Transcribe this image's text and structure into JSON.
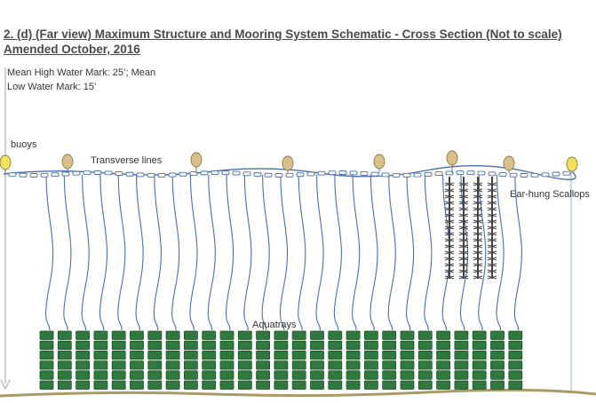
{
  "header": {
    "title_line1": "2. (d) (Far view) Maximum Structure and Mooring System Schematic - Cross Section (Not to scale)",
    "title_line2": "Amended October, 2016"
  },
  "tide": {
    "line1": "Mean High Water Mark: 25’; Mean",
    "line2": "Low Water Mark: 15’"
  },
  "labels": {
    "buoys": "buoys",
    "transverse": "Transverse lines",
    "scallops": "Ear-hung Scallops",
    "aquatrays": "Aquatrays"
  },
  "colors": {
    "water_line": "#4a6fb0",
    "buoy_yellow": "#f2e25a",
    "buoy_tan": "#d9c08a",
    "tray_green": "#2e7a3c",
    "tray_dark": "#1d4f27",
    "bottom": "#a89a64",
    "scallop": "#444444"
  },
  "counts": {
    "droplines": 27,
    "tray_stacks": 27,
    "trays_per_stack": 6,
    "scallop_strings": 4
  }
}
